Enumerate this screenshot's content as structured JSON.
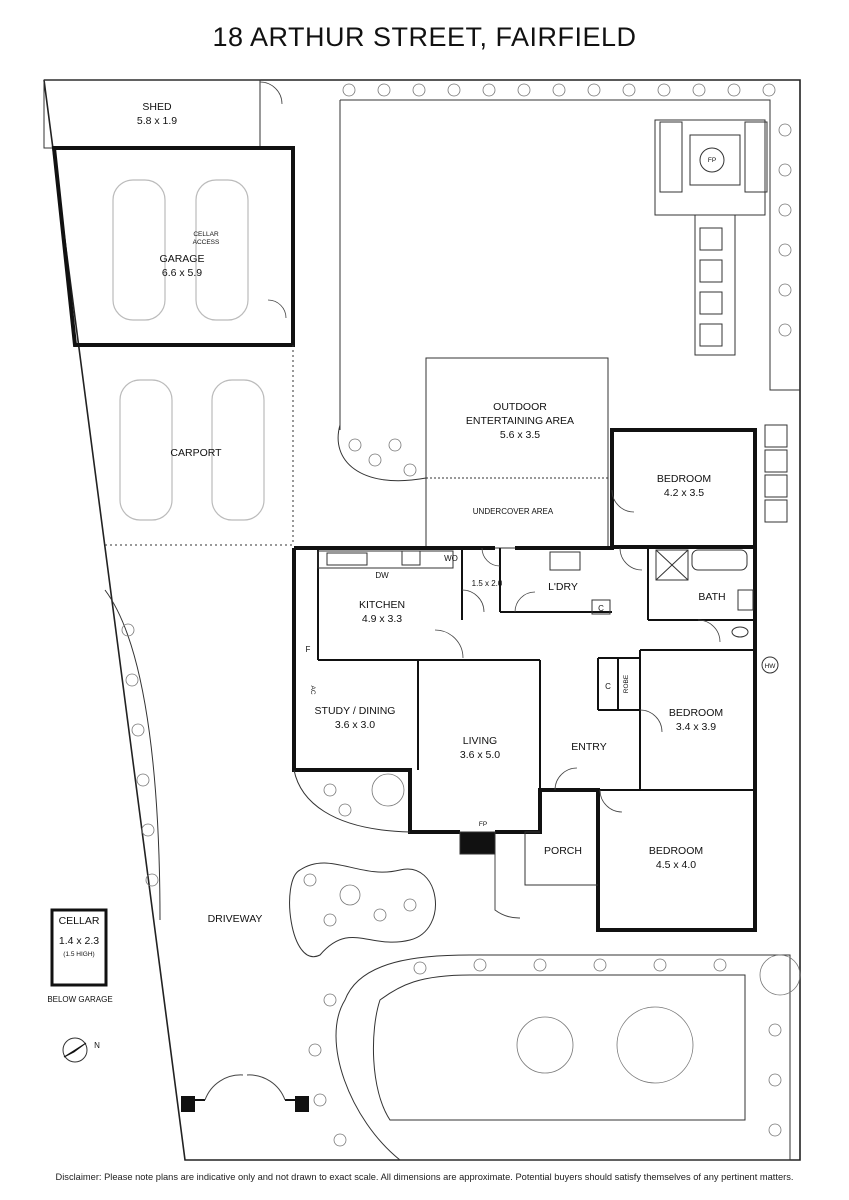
{
  "title": "18 ARTHUR STREET, FAIRFIELD",
  "disclaimer": "Disclaimer: Please note plans are indicative only and not drawn to exact scale. All dimensions are approximate. Potential buyers should satisfy themselves of any pertinent matters.",
  "rooms": {
    "shed": {
      "name": "SHED",
      "dims": "5.8 x 1.9"
    },
    "garage": {
      "name": "GARAGE",
      "dims": "6.6 x 5.9"
    },
    "cellar_access": {
      "line1": "CELLAR",
      "line2": "ACCESS"
    },
    "carport": {
      "name": "CARPORT"
    },
    "outdoor": {
      "line1": "OUTDOOR",
      "line2": "ENTERTAINING AREA",
      "dims": "5.6 x 3.5"
    },
    "undercover": {
      "name": "UNDERCOVER AREA"
    },
    "bedroom_rear": {
      "name": "BEDROOM",
      "dims": "4.2 x 3.5"
    },
    "kitchen": {
      "name": "KITCHEN",
      "dims": "4.9 x 3.3"
    },
    "laundry": {
      "name": "L'DRY"
    },
    "bath": {
      "name": "BATH"
    },
    "store": {
      "dims": "1.5 x 2.0"
    },
    "study": {
      "name": "STUDY / DINING",
      "dims": "3.6 x 3.0"
    },
    "living": {
      "name": "LIVING",
      "dims": "3.6 x 5.0"
    },
    "entry": {
      "name": "ENTRY"
    },
    "bedroom_mid": {
      "name": "BEDROOM",
      "dims": "3.4 x 3.9"
    },
    "porch": {
      "name": "PORCH"
    },
    "bedroom_front": {
      "name": "BEDROOM",
      "dims": "4.5 x 4.0"
    },
    "driveway": {
      "name": "DRIVEWAY"
    }
  },
  "fixtures": {
    "dw": "DW",
    "wo": "WO",
    "f": "F",
    "ac": "AC",
    "c1": "C",
    "c2": "C",
    "robe": "ROBE",
    "hw": "HW",
    "fp_garden": "FP",
    "fp_living": "FP"
  },
  "cellar_inset": {
    "name": "CELLAR",
    "dims": "1.4 x 2.3",
    "note": "(1.5 HIGH)",
    "caption": "BELOW GARAGE"
  },
  "compass": {
    "label": "N"
  }
}
